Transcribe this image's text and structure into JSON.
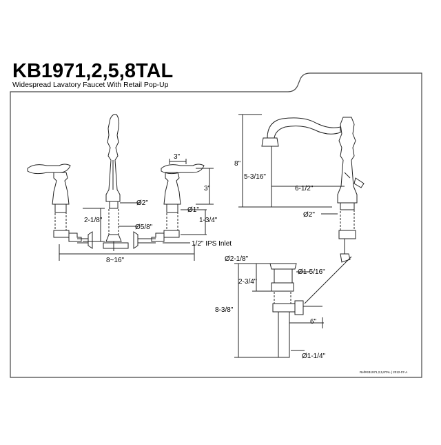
{
  "header": {
    "model": "KB1971,2,5,8TAL",
    "subtitle": "Widespread Lavatory Faucet With Retail Pop-Up"
  },
  "faucet_front": {
    "spread": "8~16\"",
    "handle_width": "3\"",
    "handle_height": "3\"",
    "spout_base_dia": "Ø2\"",
    "handle_base_dia": "Ø1\"",
    "handle_shank": "1-3/4\"",
    "spout_shank": "2-1/8\"",
    "spout_shank_dia": "Ø5/8\"",
    "inlet": "1/2\" IPS Inlet"
  },
  "faucet_side": {
    "height": "8\"",
    "spout_height": "5-3/16\"",
    "reach": "6-1/2\"",
    "base_dia": "Ø2\""
  },
  "popup_drain": {
    "flange_dia": "Ø2-1/8\"",
    "body_dia": "Ø1-5/16\"",
    "flange_height": "2-3/4\"",
    "total_height": "8-3/8\"",
    "rod_length": "6\"",
    "tail_dia": "Ø1-1/4\""
  },
  "footer": {
    "ref": "Ref#KB1971,2,5,8TAL | 2012-07-A"
  }
}
